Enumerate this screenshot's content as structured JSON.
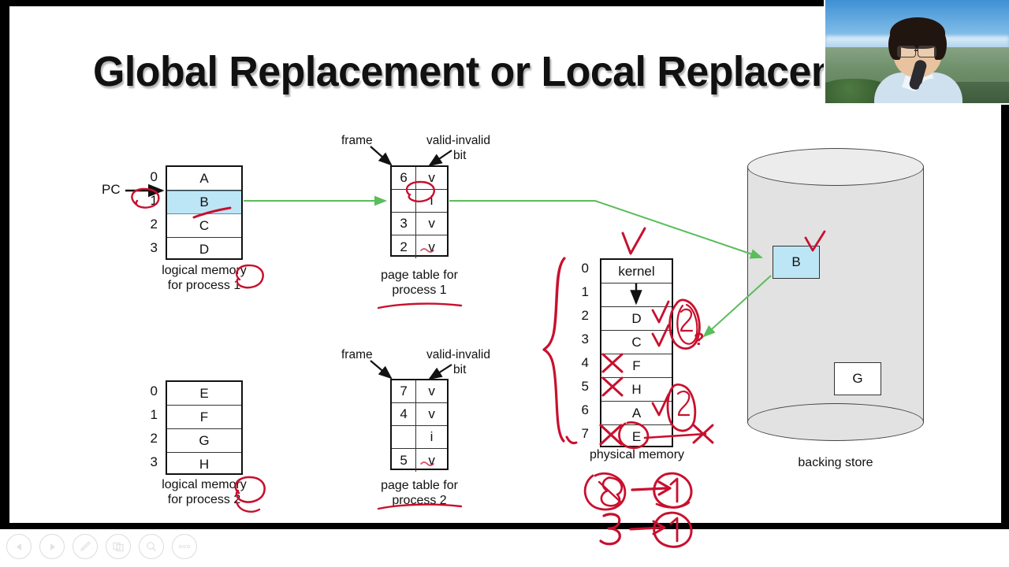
{
  "slide": {
    "title": "Global Replacement or Local Replacement?"
  },
  "process1": {
    "logical_memory": {
      "indices": [
        "0",
        "1",
        "2",
        "3"
      ],
      "values": [
        "A",
        "B",
        "C",
        "D"
      ],
      "highlight_index": "1",
      "highlight_color": "#bce6f5",
      "pc_label": "PC",
      "caption_line1": "logical memory",
      "caption_line2": "for process 1"
    },
    "page_table": {
      "header_frame": "frame",
      "header_valid": "valid-invalid",
      "header_valid_line2": "bit",
      "frames": [
        "6",
        "",
        "3",
        "2"
      ],
      "bits": [
        "v",
        "i",
        "v",
        "v"
      ],
      "caption_line1": "page table for",
      "caption_line2": "process 1"
    }
  },
  "process2": {
    "logical_memory": {
      "indices": [
        "0",
        "1",
        "2",
        "3"
      ],
      "values": [
        "E",
        "F",
        "G",
        "H"
      ],
      "caption_line1": "logical memory",
      "caption_line2": "for process 2"
    },
    "page_table": {
      "header_frame": "frame",
      "header_valid": "valid-invalid",
      "header_valid_line2": "bit",
      "frames": [
        "7",
        "4",
        "",
        "5"
      ],
      "bits": [
        "v",
        "v",
        "i",
        "v"
      ],
      "caption_line1": "page table for",
      "caption_line2": "process 2"
    }
  },
  "physical_memory": {
    "indices": [
      "0",
      "1",
      "2",
      "3",
      "4",
      "5",
      "6",
      "7"
    ],
    "values": [
      "kernel",
      "",
      "D",
      "C",
      "F",
      "H",
      "A",
      "E"
    ],
    "caption": "physical memory"
  },
  "backing_store": {
    "caption": "backing store",
    "blocks": [
      {
        "label": "B",
        "color": "#bce6f5"
      },
      {
        "label": "G",
        "color": "#ffffff"
      }
    ]
  },
  "annotations": {
    "color": "#c8102e",
    "question_mark": "?",
    "note_top_left": "8",
    "note_top_right": "1",
    "note_bottom_left": "3",
    "note_bottom_right": "1",
    "circled_index_p1": "1",
    "circled_index_p2": "2",
    "circled_frame_upper": "2",
    "circled_frame_lower": "2"
  },
  "toolbar": {
    "buttons": [
      {
        "name": "previous-slide",
        "icon": "triangle-left-icon"
      },
      {
        "name": "next-slide",
        "icon": "triangle-right-icon"
      },
      {
        "name": "pen-tool",
        "icon": "pen-icon"
      },
      {
        "name": "slide-overview",
        "icon": "grid-icon"
      },
      {
        "name": "zoom-tool",
        "icon": "magnifier-icon"
      },
      {
        "name": "more-options",
        "icon": "ellipsis-icon"
      }
    ]
  },
  "webcam": {
    "label": "presenter-webcam"
  }
}
